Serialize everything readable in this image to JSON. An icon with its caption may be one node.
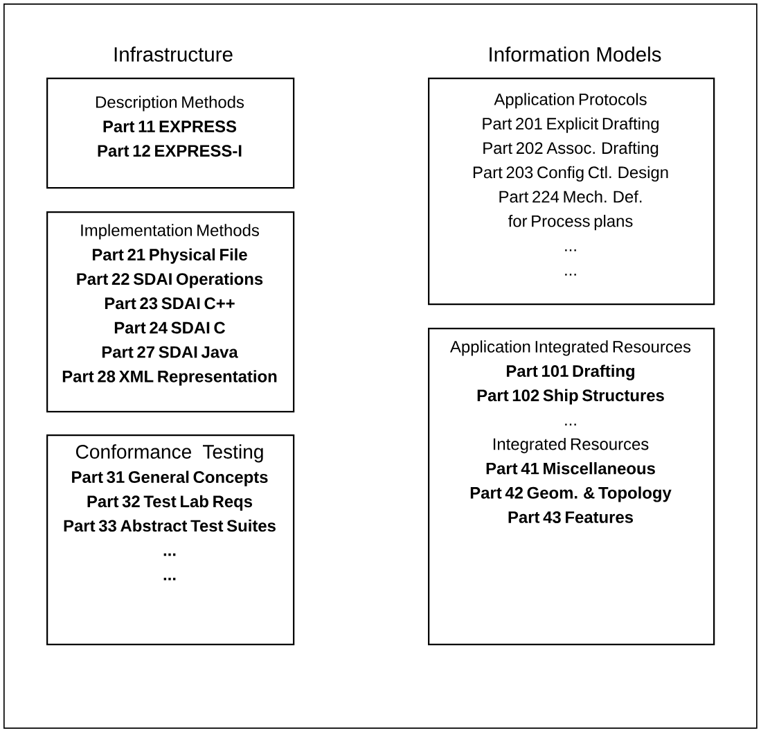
{
  "diagram": {
    "nodes": [
      {
        "text": [
          "Infrastructure",
          "Information Models"
        ]
      },
      {
        "text": [
          "Description Methods",
          "Part 11 EXPRESS",
          "Part 12 EXPRESS-I"
        ],
        "in": 0
      },
      {
        "text": [
          "Implementation Methods",
          "Part 21 Physical File",
          "Part 22 SDAI Operations",
          "Part 23 SDAI C++",
          "Part 24 SDAI C",
          "Part 27 SDAI Java",
          "Part 28 XML Representation"
        ],
        "in": 0
      },
      {
        "text": [
          "Conformance Testing",
          "Part 31 General Concepts",
          "Part 32 Test Lab Reqs",
          "Part 33 Abstract Test Suites",
          "...",
          "..."
        ],
        "in": 0
      },
      {
        "text": [
          "Application Protocols",
          "Part 201 Explicit Drafting",
          "Part 202 Assoc. Drafting",
          "Part 203 Config Ctl. Design",
          "Part 224 Mech. Def. for Process plans",
          "...",
          "..."
        ],
        "in": 0
      },
      {
        "text": [
          "Application Integrated Resources",
          "Part 101 Drafting",
          "Part 102 Ship Structures",
          "...",
          "Integrated Resources",
          "Part 41 Miscellaneous",
          "Part 42 Geom. & Topology",
          "Part 43 Features"
        ],
        "in": 0
      }
    ]
  }
}
